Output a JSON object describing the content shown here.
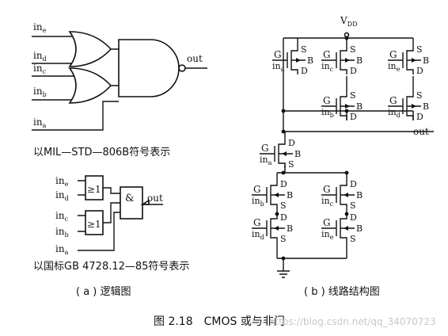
{
  "logic": {
    "top": {
      "inputs": [
        {
          "main": "in",
          "sub": "e"
        },
        {
          "main": "in",
          "sub": "d"
        },
        {
          "main": "in",
          "sub": "c"
        },
        {
          "main": "in",
          "sub": "b"
        },
        {
          "main": "in",
          "sub": "a"
        }
      ],
      "output": "out",
      "caption": "以MIL—STD—806B符号表示"
    },
    "bottom": {
      "inputs": [
        {
          "main": "in",
          "sub": "e"
        },
        {
          "main": "in",
          "sub": "d"
        },
        {
          "main": "in",
          "sub": "c"
        },
        {
          "main": "in",
          "sub": "b"
        },
        {
          "main": "in",
          "sub": "a"
        }
      ],
      "or_symbol": "≥1",
      "nand_symbol": "&",
      "output": "out",
      "caption": "以国标GB 4728.12—85符号表示"
    },
    "panel_caption": "( a ) 逻辑图"
  },
  "circuit": {
    "vdd": {
      "main": "V",
      "sub": "DD"
    },
    "gate_letter": "G",
    "source_letter": "S",
    "drain_letter": "D",
    "bulk_letter": "B",
    "in_main": "in",
    "subs": {
      "pa": "a",
      "pc1": "c",
      "pe1": "e",
      "pb": "b",
      "pd": "d",
      "na": "a",
      "nb": "b",
      "nc": "c",
      "nd": "d",
      "ne": "e"
    },
    "output": "out",
    "panel_caption": "( b ) 线路结构图"
  },
  "figure_caption": "图 2.18　CMOS 或与非门",
  "watermark": "https://blog.csdn.net/qq_34070723"
}
